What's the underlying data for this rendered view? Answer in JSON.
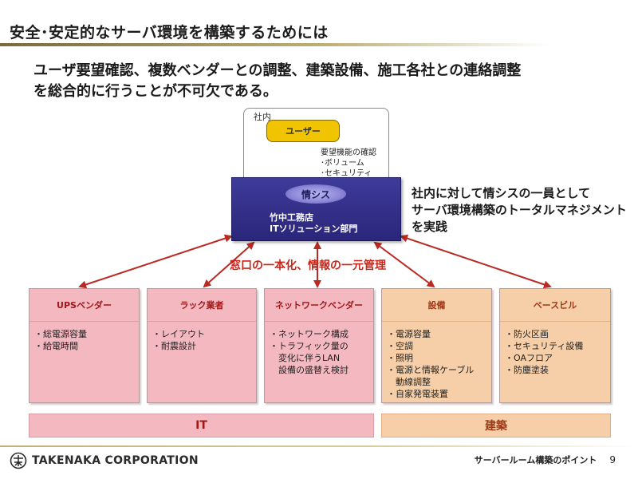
{
  "title": "安全･安定的なサーバ環境を構築するためには",
  "lead": {
    "line1": "ユーザ要望確認、複数ベンダーとの調整、建築設備、施工各社との連絡調整",
    "line2": "を総合的に行うことが不可欠である。"
  },
  "company_box": {
    "label": "社内",
    "user": "ユーザー",
    "requirements": [
      "要望機能の確認",
      "･ボリューム",
      "･セキュリティ"
    ]
  },
  "department": {
    "badge": "情シス",
    "name_line1": "竹中工務店",
    "name_line2": "ITソリューション部門"
  },
  "side_note": {
    "line1": "社内に対して情シスの一員として",
    "line2": "サーバ環境構築のトータルマネジメント",
    "line3": "を実践"
  },
  "madoguchi": "窓口の一本化、情報の一元管理",
  "vendors": [
    {
      "title": "UPSベンダー",
      "group": "IT",
      "items": [
        "・総電源容量",
        "・給電時間"
      ]
    },
    {
      "title": "ラック業者",
      "group": "IT",
      "items": [
        "・レイアウト",
        "・耐震設計"
      ]
    },
    {
      "title": "ネットワークベンダー",
      "group": "IT",
      "items": [
        "・ネットワーク構成",
        "・トラフィック量の",
        "　変化に伴うLAN",
        "　設備の盛替え検討"
      ]
    },
    {
      "title": "設備",
      "group": "建築",
      "items": [
        "・電源容量",
        "・空調",
        "・照明",
        "・電源と情報ケーブル",
        "　動線調整",
        "・自家発電装置"
      ]
    },
    {
      "title": "ベースビル",
      "group": "建築",
      "items": [
        "・防火区画",
        "・セキュリティ設備",
        "・OAフロア",
        "・防塵塗装"
      ]
    }
  ],
  "bands": {
    "it": "IT",
    "kenchiku": "建築"
  },
  "footer": {
    "company": "TAKENAKA CORPORATION",
    "doc_title": "サーバールーム構築のポイント",
    "page": "9"
  },
  "colors": {
    "dept_blue": "#2f2b86",
    "user_yellow": "#f0c400",
    "it_pink": "#f3b8c0",
    "kenchiku_peach": "#f6cfa8",
    "arrow_red": "#b82a22"
  },
  "icons": {
    "logo": "takenaka-logo-icon"
  }
}
